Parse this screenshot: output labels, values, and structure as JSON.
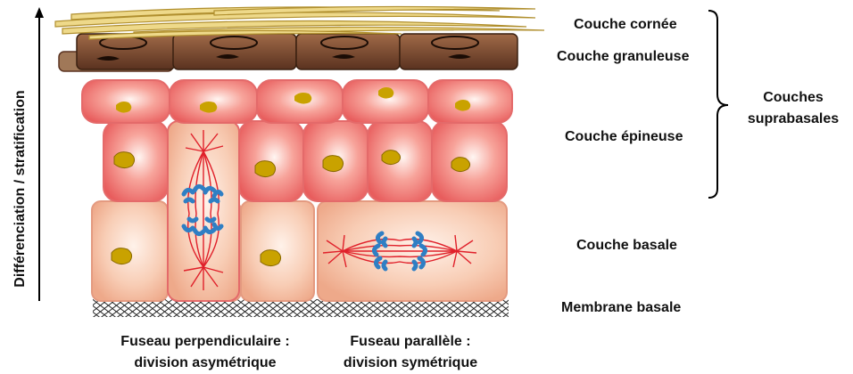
{
  "axis_label": "Différenciation / stratification",
  "layers": {
    "cornee": "Couche cornée",
    "granuleuse": "Couche granuleuse",
    "epineuse": "Couche épineuse",
    "basale": "Couche basale",
    "membrane": "Membrane basale"
  },
  "suprabasal": {
    "line1": "Couches",
    "line2": "suprabasales"
  },
  "captions": {
    "perpendicular": {
      "line1": "Fuseau perpendiculaire :",
      "line2": "division asymétrique"
    },
    "parallel": {
      "line1": "Fuseau parallèle :",
      "line2": "division symétrique"
    }
  },
  "colors": {
    "keratin": "#e8cf7a",
    "granular": "#7a4a2e",
    "spinous": "#f07070",
    "basal": "#f6c4a8",
    "nucleus": "#c9a200",
    "spindle": "#e0202a",
    "chromosome": "#2f7fc4"
  }
}
